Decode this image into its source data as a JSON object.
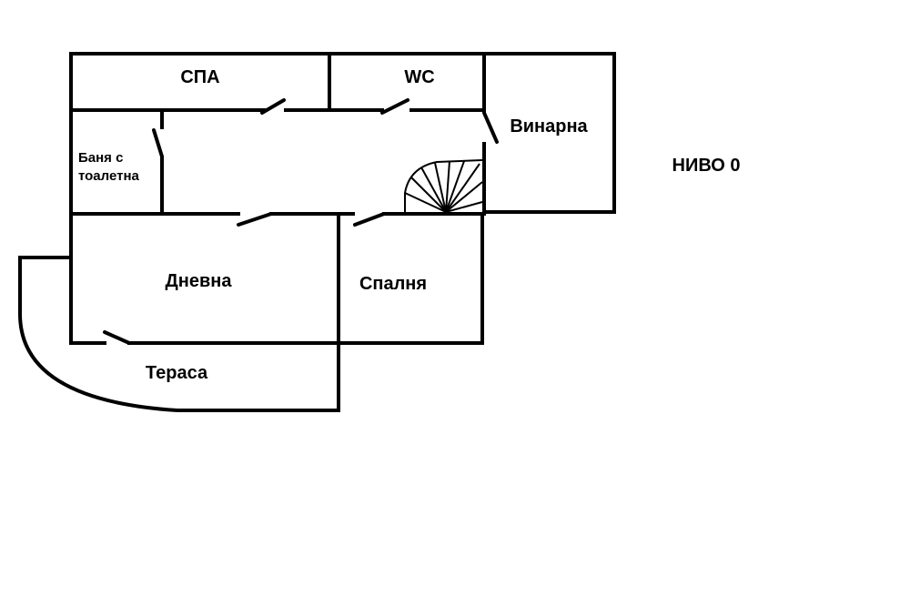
{
  "plan": {
    "level_label": "НИВО 0",
    "rooms": {
      "spa": "СПА",
      "wc": "WC",
      "wine_cellar": "Винарна",
      "bathroom_line1": "Баня с",
      "bathroom_line2": "тоалетна",
      "living_room": "Дневна",
      "bedroom": "Спалня",
      "terrace": "Тераса"
    }
  }
}
